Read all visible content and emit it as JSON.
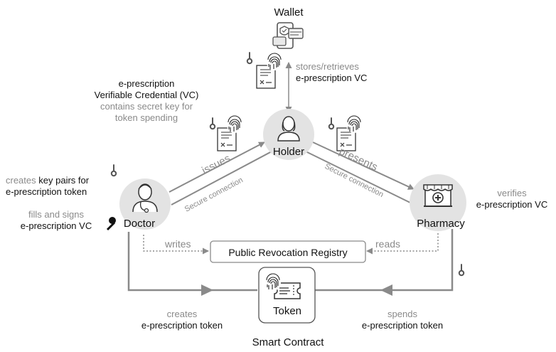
{
  "wallet": {
    "title": "Wallet",
    "action": "stores/retrieves",
    "object": "e-prescription VC"
  },
  "credential": {
    "line1": "e-prescription",
    "line2": "Verifiable Credential (VC)",
    "note1": "contains secret key for",
    "note2": "token spending"
  },
  "holder": {
    "label": "Holder"
  },
  "doctor": {
    "label": "Doctor",
    "creates_prefix": "creates",
    "creates_rest": "key pairs for",
    "creates_line2": "e-prescription token",
    "fills": "fills and signs",
    "fills_line2": "e-prescription VC"
  },
  "pharmacy": {
    "label": "Pharmacy",
    "verifies": "verifies",
    "verifies_line2": "e-prescription VC"
  },
  "edges": {
    "issues": "issues",
    "presents": "presents",
    "secure_left": "Secure connection",
    "secure_right": "Secure connection",
    "writes": "writes",
    "reads": "reads"
  },
  "registry": {
    "label": "Public Revocation Registry"
  },
  "token": {
    "label": "Token"
  },
  "contract": {
    "creates": "creates",
    "creates_line2": "e-prescription token",
    "spends": "spends",
    "spends_line2": "e-prescription token",
    "title": "Smart Contract"
  },
  "icons": [
    "wallet-icon",
    "key-icon",
    "fingerprint-icon",
    "document-icon",
    "person-icon",
    "doctor-icon",
    "pharmacy-icon",
    "ticket-icon"
  ],
  "colors": {
    "line": "#8a8a8a",
    "circle": "#e3e3e3",
    "text_dark": "#111111",
    "text_grey": "#8a8a8a"
  }
}
